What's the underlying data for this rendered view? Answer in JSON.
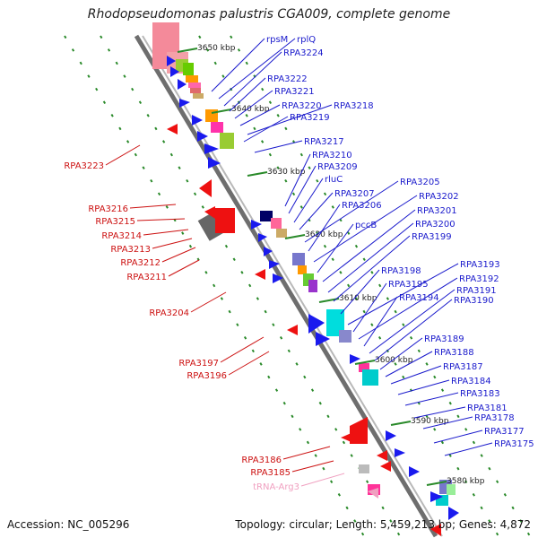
{
  "title": "Rhodopseudomonas palustris CGA009, complete genome",
  "accession_text": "Accession: NC_005296",
  "topology_text": "Topology: circular; Length: 5,459,213 bp; Genes: 4,872",
  "ticks": [
    "3650 kbp",
    "3640 kbp",
    "3630 kbp",
    "3620 kbp",
    "3610 kbp",
    "3600 kbp",
    "3590 kbp",
    "3580 kbp"
  ],
  "labels_right": [
    "rpsM",
    "rplQ",
    "RPA3224",
    "RPA3222",
    "RPA3221",
    "RPA3220",
    "RPA3218",
    "RPA3219",
    "RPA3217",
    "RPA3210",
    "RPA3209",
    "rluC",
    "RPA3207",
    "RPA3205",
    "RPA3206",
    "RPA3202",
    "pccB",
    "RPA3201",
    "RPA3200",
    "RPA3199",
    "RPA3198",
    "RPA3193",
    "RPA3195",
    "RPA3192",
    "RPA3194",
    "RPA3191",
    "RPA3190",
    "RPA3189",
    "RPA3188",
    "RPA3187",
    "RPA3184",
    "RPA3183",
    "RPA3181",
    "RPA3178",
    "RPA3177",
    "RPA3175"
  ],
  "labels_left": [
    "RPA3223",
    "RPA3216",
    "RPA3215",
    "RPA3214",
    "RPA3213",
    "RPA3212",
    "RPA3211",
    "RPA3204",
    "RPA3197",
    "RPA3196",
    "RPA3186",
    "RPA3185"
  ],
  "labels_trna": [
    "tRNA-Arg3"
  ],
  "colors": {
    "forward": "#1a1aee",
    "reverse": "#ee1111",
    "label_forward": "#1a1acc",
    "label_reverse": "#cc1111",
    "trna": "#f0a0c0",
    "tick_dash": "#2a8a2a",
    "backbone": "#777777"
  }
}
